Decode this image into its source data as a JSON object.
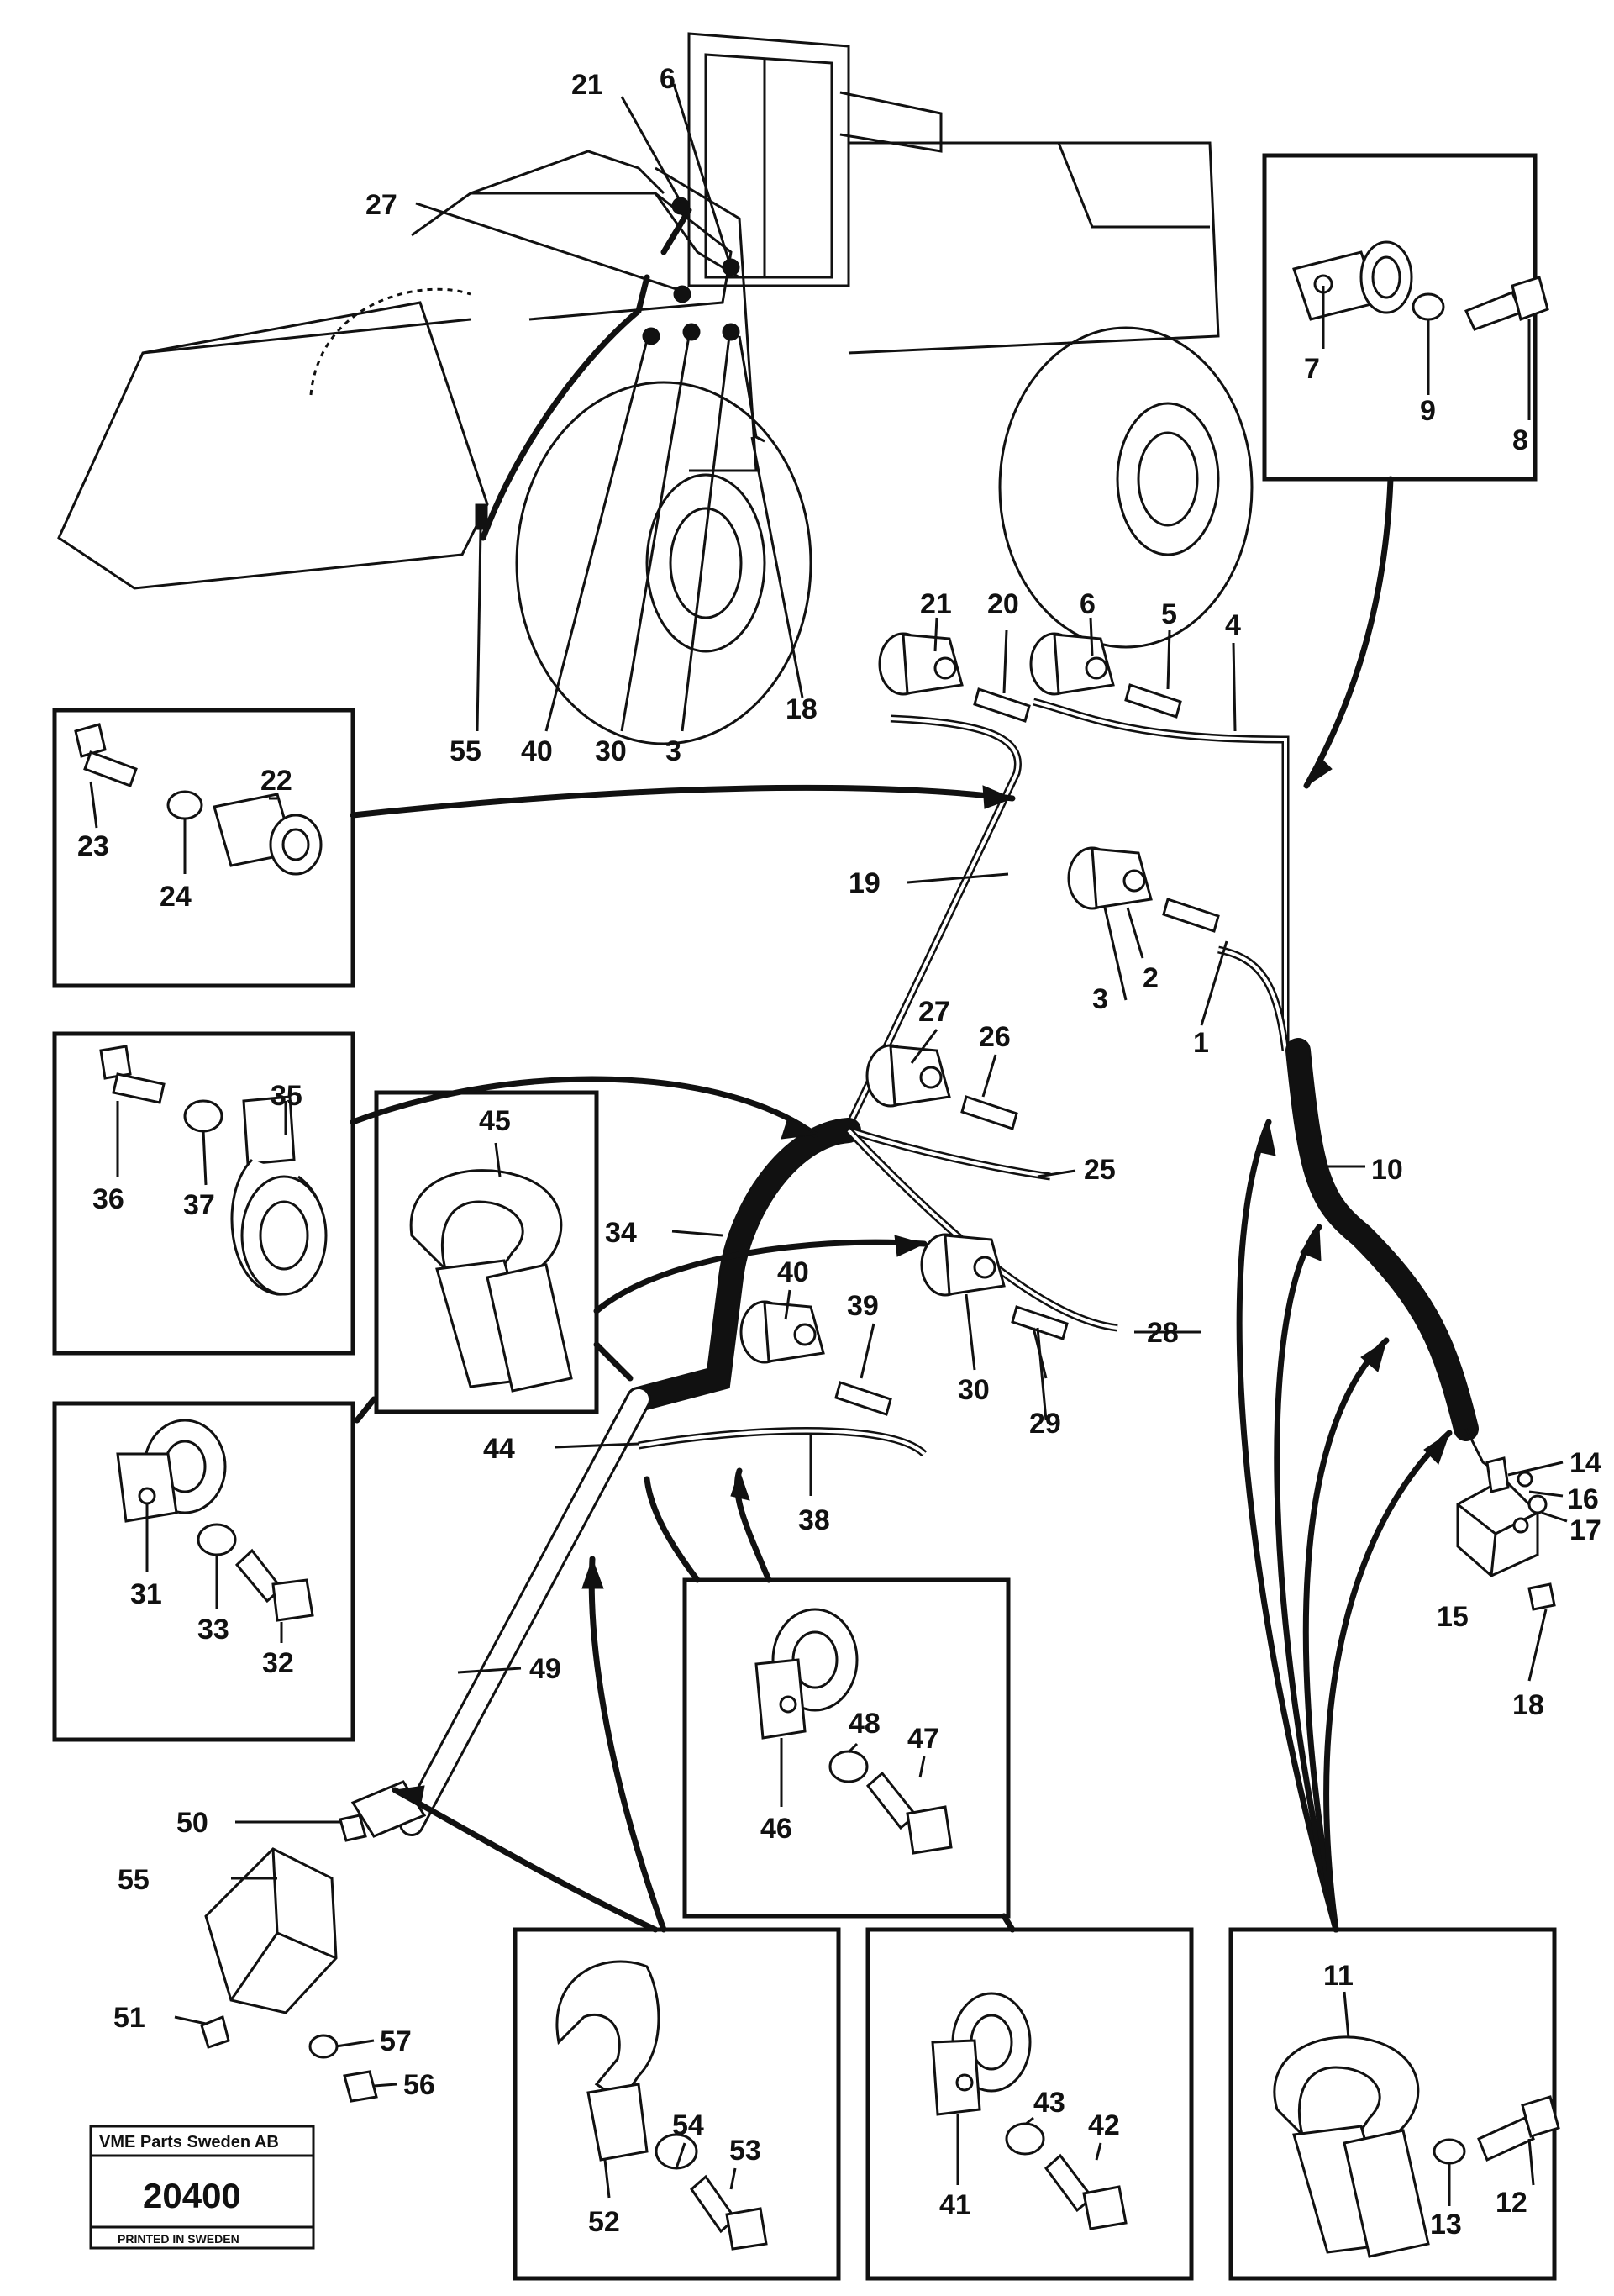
{
  "labels": {
    "l1": "1",
    "l2": "2",
    "l3a": "3",
    "l3b": "3",
    "l4": "4",
    "l5": "5",
    "l6a": "6",
    "l6b": "6",
    "l7": "7",
    "l8": "8",
    "l9": "9",
    "l10": "10",
    "l11": "11",
    "l12": "12",
    "l13": "13",
    "l14": "14",
    "l15": "15",
    "l16": "16",
    "l17": "17",
    "l18a": "18",
    "l18b": "18",
    "l19": "19",
    "l20": "20",
    "l21a": "21",
    "l21b": "21",
    "l22": "22",
    "l23": "23",
    "l24": "24",
    "l25": "25",
    "l26": "26",
    "l27a": "27",
    "l27b": "27",
    "l28": "28",
    "l29": "29",
    "l30a": "30",
    "l30b": "30",
    "l31": "31",
    "l32": "32",
    "l33": "33",
    "l34": "34",
    "l35": "35",
    "l36": "36",
    "l37": "37",
    "l38": "38",
    "l39": "39",
    "l40a": "40",
    "l40b": "40",
    "l41": "41",
    "l42": "42",
    "l43": "43",
    "l44": "44",
    "l45": "45",
    "l46": "46",
    "l47": "47",
    "l48": "48",
    "l49": "49",
    "l50": "50",
    "l51": "51",
    "l52": "52",
    "l53": "53",
    "l54": "54",
    "l55a": "55",
    "l55b": "55",
    "l56": "56",
    "l57": "57"
  },
  "stamp": {
    "company": "VME Parts Sweden AB",
    "number": "20400",
    "printed": "PRINTED IN SWEDEN"
  }
}
